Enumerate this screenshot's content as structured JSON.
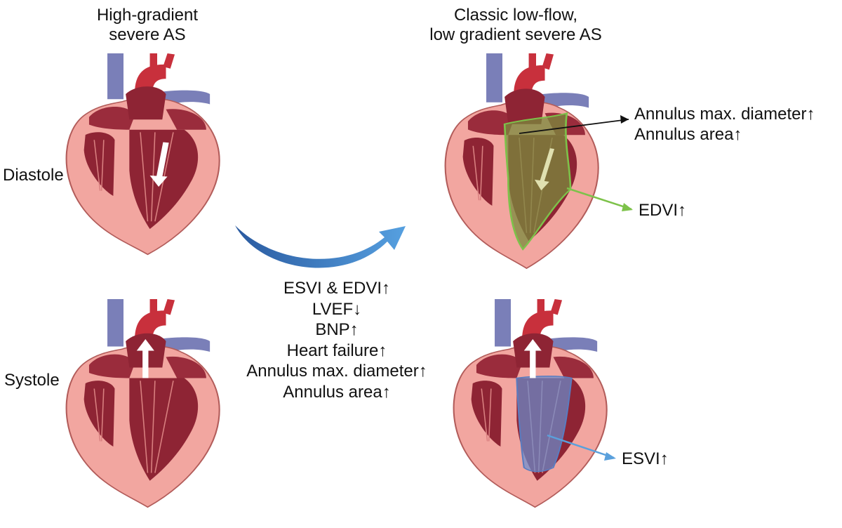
{
  "titles": {
    "left": [
      "High-gradient",
      "severe AS"
    ],
    "right": [
      "Classic low-flow,",
      "low gradient severe AS"
    ]
  },
  "phases": {
    "diastole": "Diastole",
    "systole": "Systole"
  },
  "transition_changes": [
    "ESVI & EDVI↑",
    "LVEF↓",
    "BNP↑",
    "Heart failure↑",
    "Annulus max. diameter↑",
    "Annulus area↑"
  ],
  "annotations": {
    "annulus": [
      "Annulus max. diameter↑",
      "Annulus area↑"
    ],
    "edvi": "EDVI↑",
    "esvi": "ESVI↑"
  },
  "colors": {
    "myocardium": "#f2a6a0",
    "chamber": "#8e2434",
    "artery": "#c8303c",
    "vein": "#7a7fb8",
    "edvi_outline": "#7dc24a",
    "esvi_fill": "#6a8fd0",
    "transition_arrow": "#3f86c9"
  }
}
